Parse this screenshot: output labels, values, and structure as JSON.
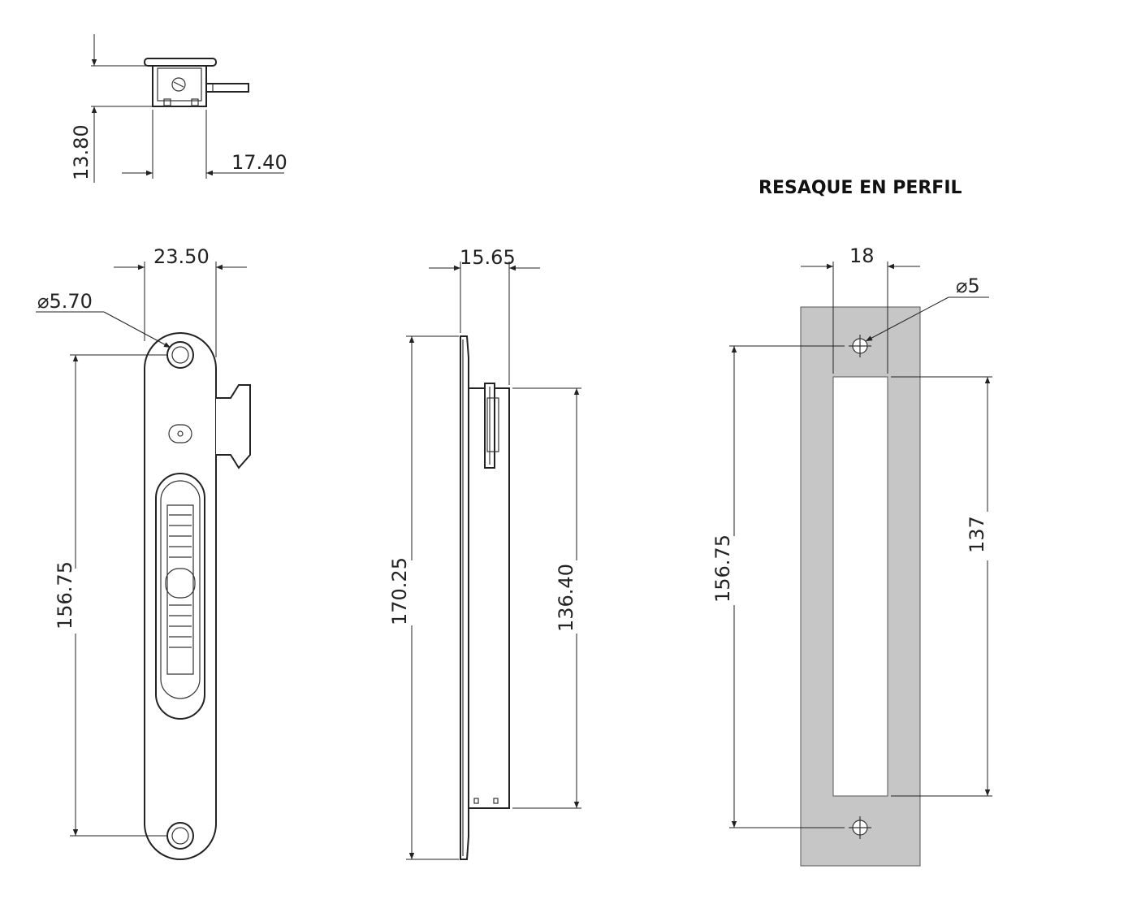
{
  "title": "RESAQUE EN PERFIL",
  "colors": {
    "line": "#222222",
    "profile_fill": "#c6c6c6",
    "background": "#ffffff"
  },
  "dimensions": {
    "top_height": "13.80",
    "top_width": "17.40",
    "front_width": "23.50",
    "front_hole": "5.70",
    "front_hole_spacing": "156.75",
    "side_total_height": "170.25",
    "side_width": "15.65",
    "side_body_height": "136.40",
    "profile_width": "18",
    "profile_hole": "5",
    "profile_hole_spacing": "156.75",
    "profile_slot_height": "137"
  },
  "diameter_symbol": "⌀"
}
